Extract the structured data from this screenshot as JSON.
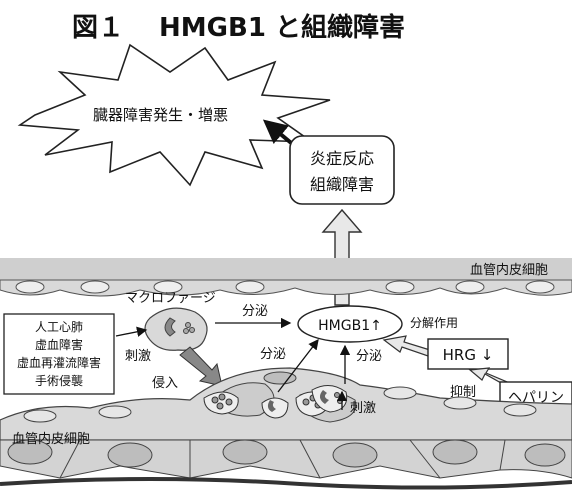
{
  "title": "図１　 HMGB1 と組織障害",
  "labels": {
    "organ_damage": "臓器障害発生・増悪",
    "inflammation_line1": "炎症反応",
    "inflammation_line2": "組織障害",
    "endothelium_top": "血管内皮細胞",
    "macrophage": "マクロファージ",
    "secretion_macrophage": "分泌",
    "hmgb1": "HMGB1↑",
    "degradation": "分解作用",
    "causes": [
      "人工心肺",
      "虚血障害",
      "虚血再灌流障害",
      "手術侵襲"
    ],
    "stimulus_left": "刺激",
    "secretion_mid": "分泌",
    "secretion_right": "分泌",
    "hrg": "HRG ↓",
    "invasion": "侵入",
    "suppression": "抑制",
    "heparin": "ヘパリン",
    "stimulus_mid": "刺激",
    "endothelium_bottom": "血管内皮細胞"
  },
  "colors": {
    "band_gray": "#cfcfcf",
    "cell_fill": "#d9d9d9",
    "nucleus": "#bdbdbd",
    "arrow_open": "#e8e8e8",
    "dark": "#111111"
  }
}
